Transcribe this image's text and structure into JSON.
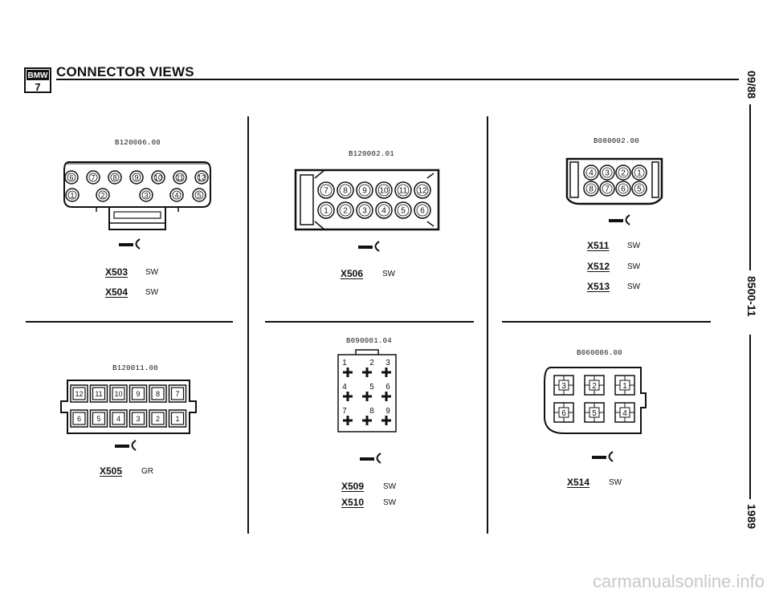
{
  "header": {
    "title": "CONNECTOR VIEWS",
    "logo_top": "BMW",
    "logo_bottom": "7"
  },
  "side_labels": {
    "top": "09/88",
    "middle": "8500-11",
    "bottom": "1989"
  },
  "watermark": "carmanualsonline.info",
  "panels": [
    {
      "code": "B120006.00",
      "pins_top": [
        "6",
        "7",
        "8",
        "9",
        "10",
        "11",
        "12"
      ],
      "pins_bottom": [
        "1",
        "2",
        "3",
        "4",
        "5"
      ],
      "connectors": [
        {
          "id": "X503",
          "color": "SW"
        },
        {
          "id": "X504",
          "color": "SW"
        }
      ]
    },
    {
      "code": "B120002.01",
      "pins_top": [
        "7",
        "8",
        "9",
        "10",
        "11",
        "12"
      ],
      "pins_bottom": [
        "1",
        "2",
        "3",
        "4",
        "5",
        "6"
      ],
      "connectors": [
        {
          "id": "X506",
          "color": "SW"
        }
      ]
    },
    {
      "code": "B080002.00",
      "pins_top": [
        "4",
        "3",
        "2",
        "1"
      ],
      "pins_bottom": [
        "8",
        "7",
        "6",
        "5"
      ],
      "connectors": [
        {
          "id": "X511",
          "color": "SW"
        },
        {
          "id": "X512",
          "color": "SW"
        },
        {
          "id": "X513",
          "color": "SW"
        }
      ]
    },
    {
      "code": "B120011.00",
      "pins_top": [
        "12",
        "11",
        "10",
        "9",
        "8",
        "7"
      ],
      "pins_bottom": [
        "6",
        "5",
        "4",
        "3",
        "2",
        "1"
      ],
      "connectors": [
        {
          "id": "X505",
          "color": "GR"
        }
      ]
    },
    {
      "code": "B090001.04",
      "pins": [
        "1",
        "2",
        "3",
        "4",
        "5",
        "6",
        "7",
        "8",
        "9"
      ],
      "connectors": [
        {
          "id": "X509",
          "color": "SW"
        },
        {
          "id": "X510",
          "color": "SW"
        }
      ]
    },
    {
      "code": "B060006.00",
      "pins_top": [
        "3",
        "2",
        "1"
      ],
      "pins_bottom": [
        "6",
        "5",
        "4"
      ],
      "connectors": [
        {
          "id": "X514",
          "color": "SW"
        }
      ]
    }
  ]
}
